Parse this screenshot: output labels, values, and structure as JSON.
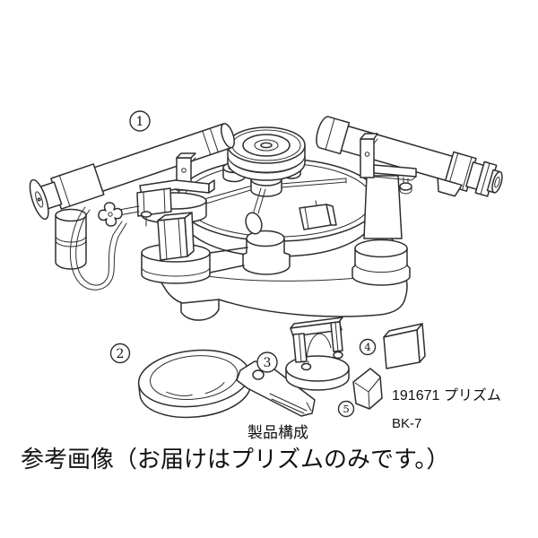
{
  "colors": {
    "background": "#ffffff",
    "line": "#2e2e2e",
    "text": "#111111"
  },
  "illustration": {
    "name": "spectrometer-product-composition-drawing",
    "parts": [
      {
        "number": "1",
        "name": "spectrometer-main-unit"
      },
      {
        "number": "2",
        "name": "magnifier-loupe"
      },
      {
        "number": "3",
        "name": "prism-clamp-stand"
      },
      {
        "number": "4",
        "name": "glass-plate"
      },
      {
        "number": "5",
        "name": "prism"
      }
    ]
  },
  "annotations": {
    "product_code": "191671 プリズム",
    "material": "BK-7",
    "composition_caption": "製品構成",
    "reference_note": "参考画像（お届けはプリズムのみです。）"
  }
}
